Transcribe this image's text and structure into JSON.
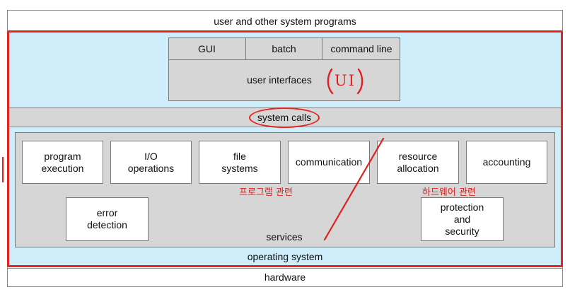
{
  "top_label": "user and other system programs",
  "ui": {
    "tabs": [
      "GUI",
      "batch",
      "command line"
    ],
    "label": "user interfaces",
    "annotation": "UI"
  },
  "system_calls": "system calls",
  "services": {
    "row1": [
      "program\nexecution",
      "I/O\noperations",
      "file\nsystems",
      "communication",
      "resource\nallocation",
      "accounting"
    ],
    "error_detection": "error\ndetection",
    "protection": "protection\nand\nsecurity",
    "label": "services",
    "annotation_left": "프로그램 관련",
    "annotation_right": "하드웨어 관련"
  },
  "operating_system": "operating system",
  "hardware": "hardware",
  "colors": {
    "os_background": "#cdeefa",
    "gray_panel": "#d6d6d6",
    "annotation": "#e0201c"
  }
}
